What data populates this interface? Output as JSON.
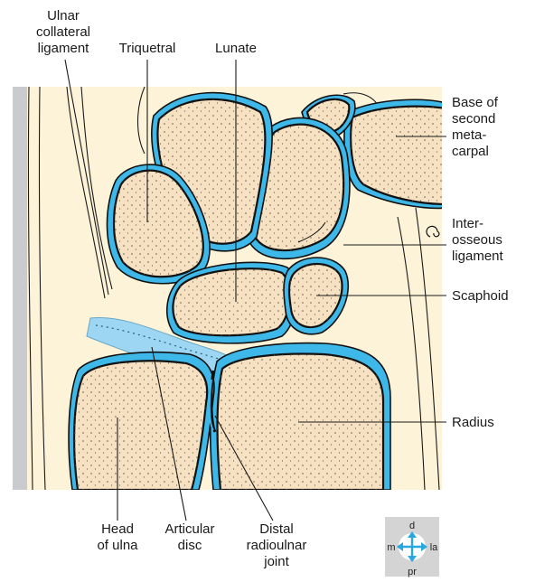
{
  "labels": {
    "ulnar_collateral": [
      "Ulnar",
      "collateral",
      "ligament"
    ],
    "triquetral": "Triquetral",
    "lunate": "Lunate",
    "base_second_metacarpal": [
      "Base of",
      "second",
      "meta-",
      "carpal"
    ],
    "interosseous": [
      "Inter-",
      "osseous",
      "ligament"
    ],
    "scaphoid": "Scaphoid",
    "radius": "Radius",
    "head_of_ulna": [
      "Head",
      "of ulna"
    ],
    "articular_disc": [
      "Articular",
      "disc"
    ],
    "distal_radioulnar": [
      "Distal",
      "radioulnar",
      "joint"
    ]
  },
  "orientation": {
    "top": "d",
    "left": "m",
    "right": "la",
    "bottom": "pr"
  },
  "colors": {
    "background": "#fdf3d8",
    "bone": "#f6e2c2",
    "cartilage": "#3db8e8",
    "disc": "#9dd6f2",
    "outline": "#111111"
  }
}
